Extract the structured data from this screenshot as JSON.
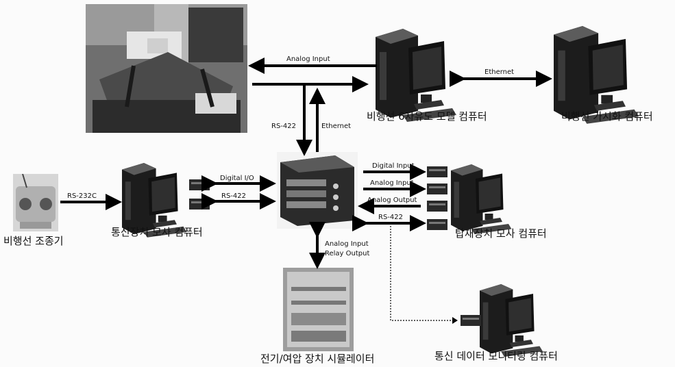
{
  "nodes": {
    "airship_6dof_pc": "비행선 6자유도 모델 컴퓨터",
    "airship_vis_pc": "비행선 가시화 컴퓨터",
    "airship_controller": "비행선 조종기",
    "comm_sim_pc": "통신장치 모사 컴퓨터",
    "payload_sim_pc": "탑재장치 모사 컴퓨터",
    "power_sim": "전기/여압 장치 시뮬레이터",
    "comm_monitor_pc": "통신 데이터 모니터링 컴퓨터"
  },
  "links": {
    "analog_input_top": "Analog Input",
    "ethernet_top": "Ethernet",
    "rs422_vertical": "RS-422",
    "ethernet_vertical": "Ethernet",
    "rs232c": "RS-232C",
    "digital_io": "Digital I/O",
    "rs422_left": "RS-422",
    "digital_input": "Digital Input",
    "analog_input_right": "Analog Input",
    "analog_output": "Analog Output",
    "rs422_right": "RS-422",
    "analog_input_bottom": "Analog Input",
    "relay_output": "Relay Output"
  }
}
